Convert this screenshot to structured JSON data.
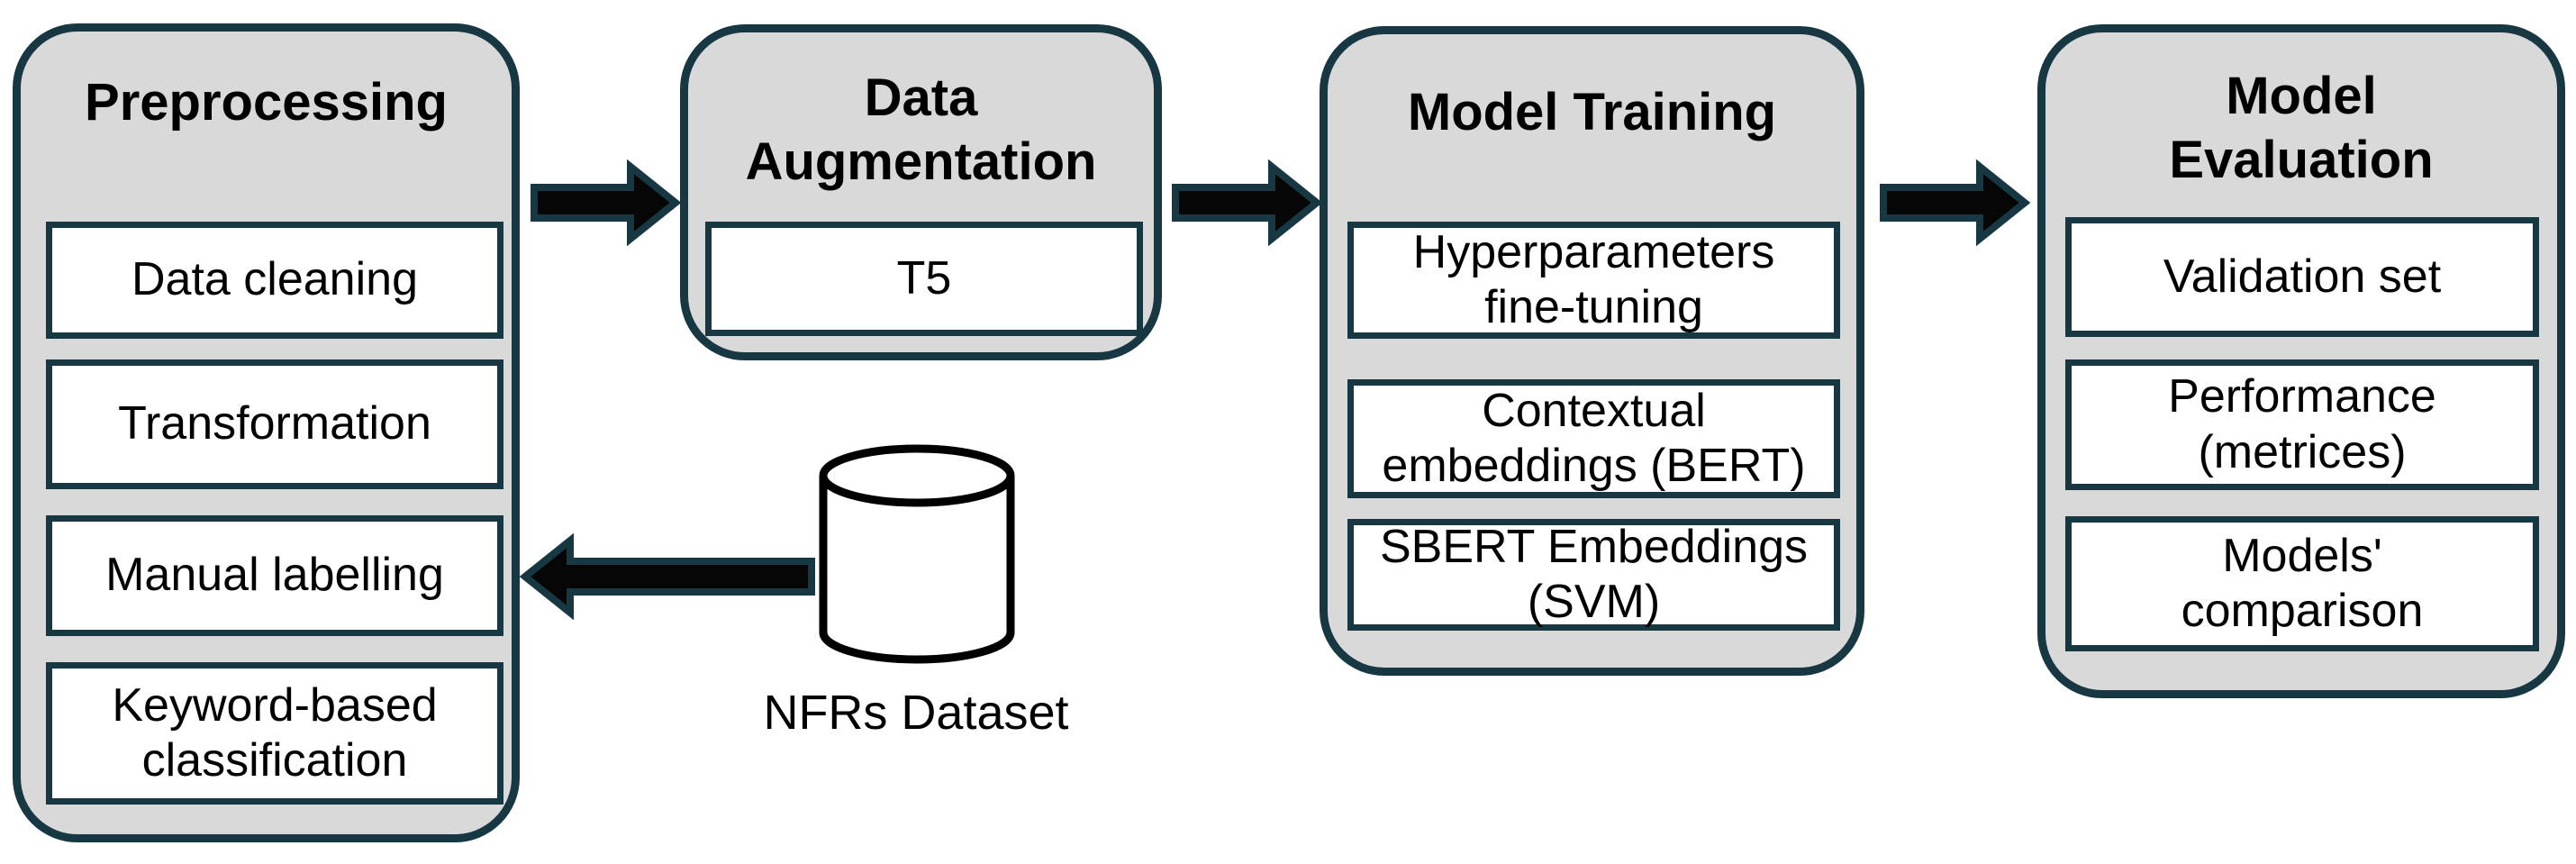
{
  "diagram": {
    "stages": [
      {
        "title": "Preprocessing",
        "items": [
          "Data cleaning",
          "Transformation",
          "Manual labelling",
          "Keyword-based\nclassification"
        ]
      },
      {
        "title": "Data\nAugmentation",
        "items": [
          "T5"
        ]
      },
      {
        "title": "Model Training",
        "items": [
          "Hyperparameters\nfine-tuning",
          "Contextual\nembeddings (BERT)",
          "SBERT Embeddings\n(SVM)"
        ]
      },
      {
        "title": "Model\nEvaluation",
        "items": [
          "Validation set",
          "Performance\n(metrices)",
          "Models'\ncomparison"
        ]
      }
    ],
    "datastore": {
      "label": "NFRs Dataset"
    },
    "flow": {
      "arrows": [
        "preprocessing-to-data-augmentation",
        "data-augmentation-to-model-training",
        "model-training-to-model-evaluation",
        "nfrs-dataset-to-preprocessing"
      ]
    },
    "colors": {
      "stage_border": "#173743",
      "stage_fill": "#d9d9d9",
      "item_fill": "#ffffff",
      "arrow_fill": "#060606",
      "text": "#000000"
    }
  }
}
